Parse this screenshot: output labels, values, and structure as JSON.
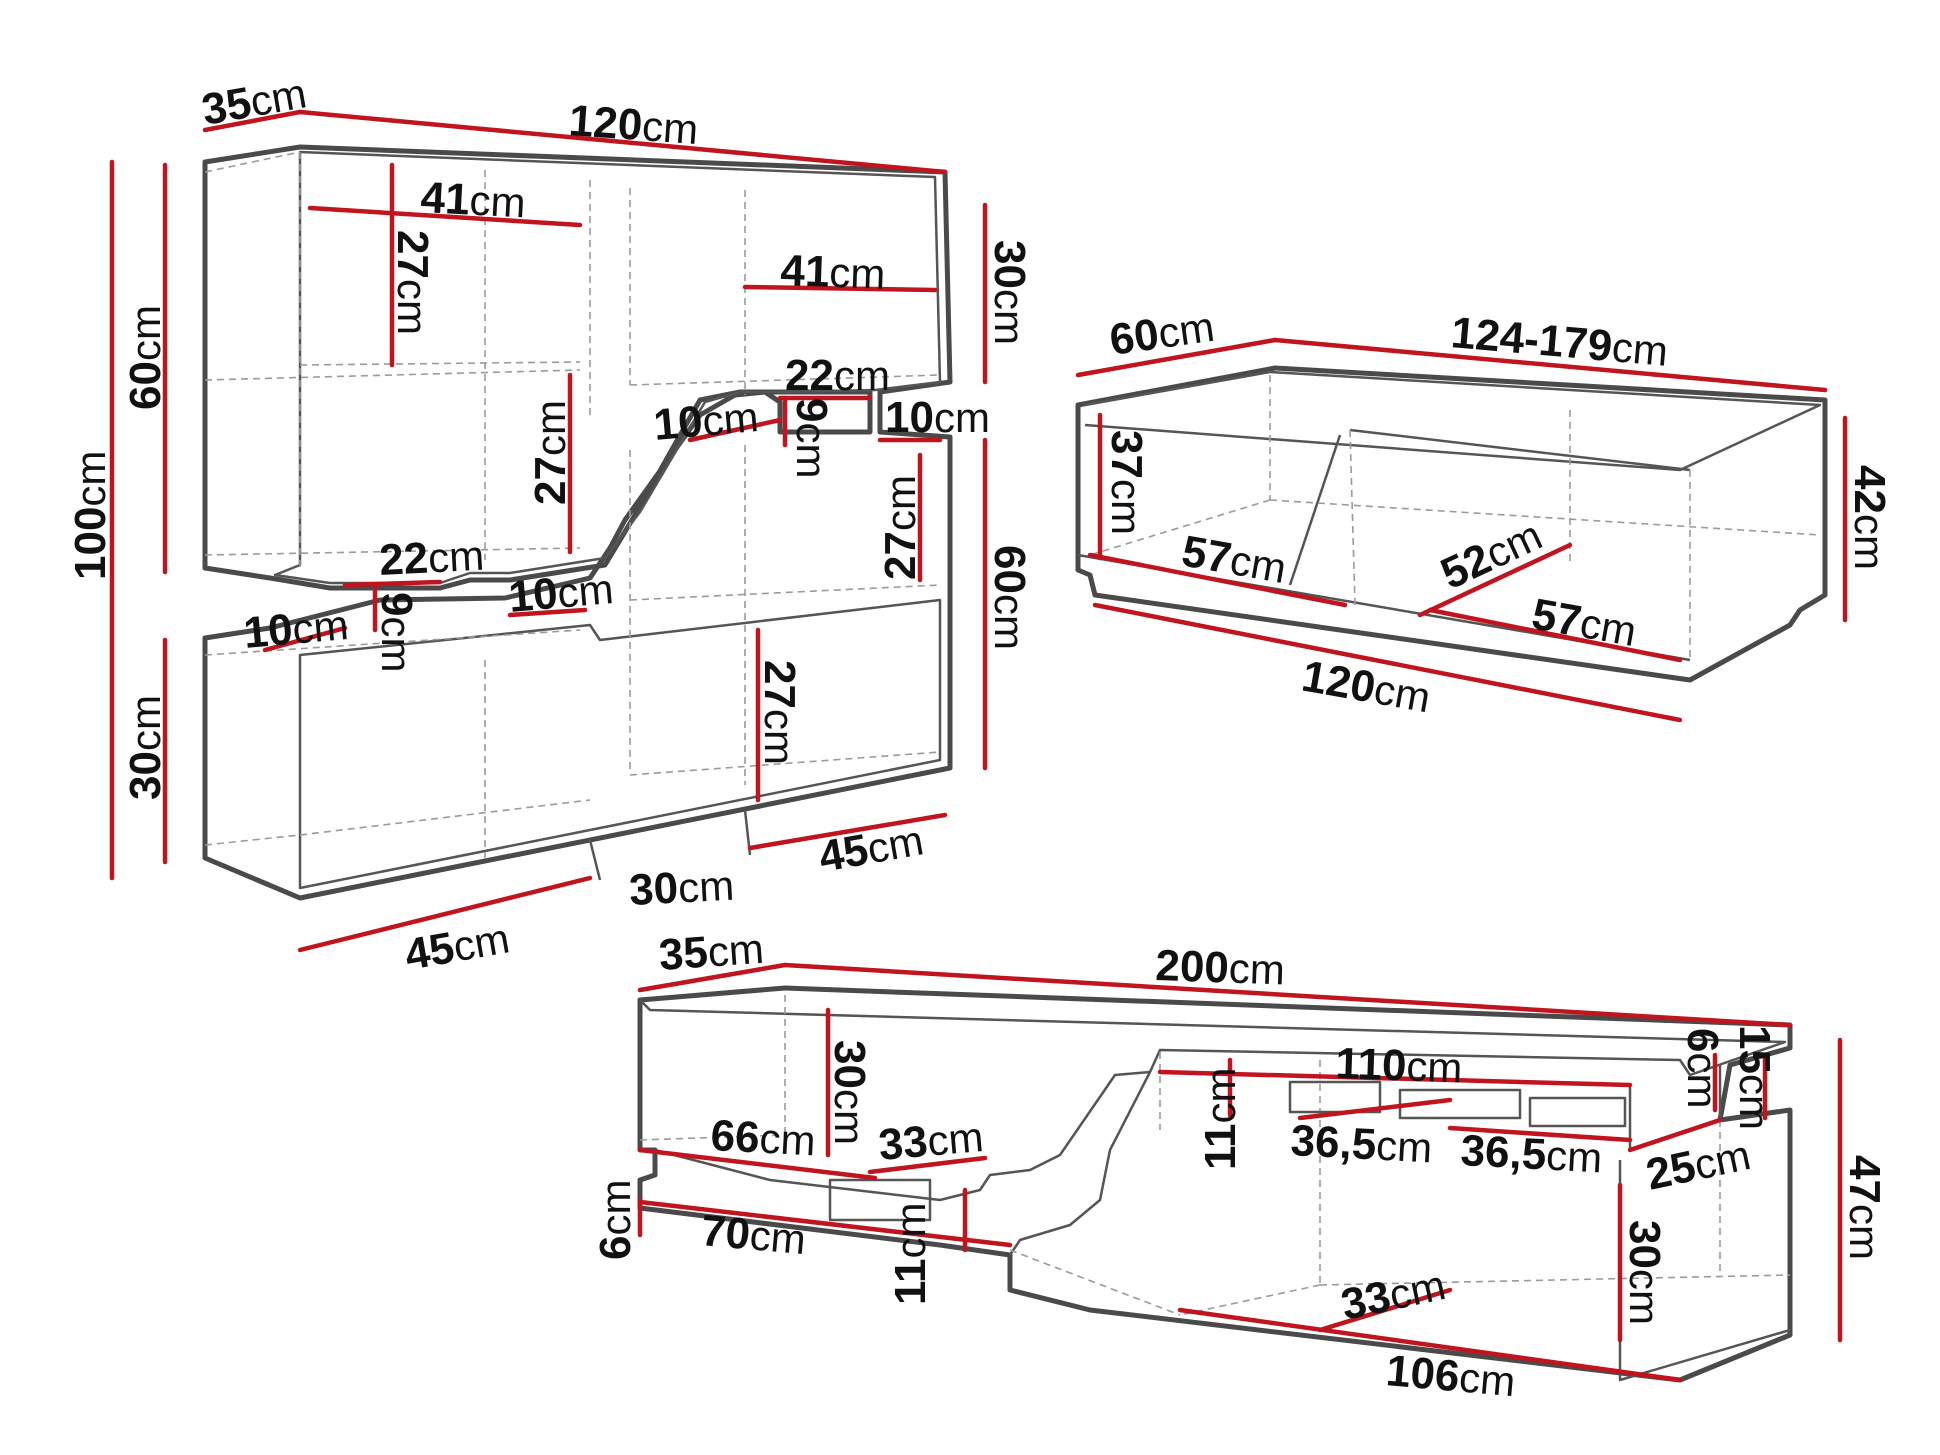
{
  "wall_unit": {
    "depth": "35",
    "width": "120",
    "shelf_width_left": "41",
    "shelf_width_right": "41",
    "inner_height_top_left": "27",
    "inner_height_mid_left": "27",
    "top_right_height": "30",
    "left_upper_height": "60",
    "total_height": "100",
    "left_lower_height": "30",
    "right_lower_height": "60",
    "inner_height_right_mid": "27",
    "inner_height_right_low": "27",
    "step_width_upper": "22",
    "step_height_upper": "9",
    "step_gap_upper_left": "10",
    "step_gap_upper_right": "10",
    "step_width_lower": "22",
    "step_height_lower": "9",
    "step_gap_lower_left": "10",
    "step_gap_lower_right": "10",
    "bottom_left": "45",
    "bottom_mid": "30",
    "bottom_right": "45"
  },
  "coffee_table": {
    "depth": "60",
    "length_range": "124-179",
    "height": "42",
    "inner_height": "37",
    "drawer_left": "57",
    "drawer_depth": "52",
    "drawer_right": "57",
    "base_length": "120"
  },
  "tv_stand": {
    "depth": "35",
    "width": "200",
    "top_thickness": "6",
    "right_height": "15",
    "total_height": "47",
    "left_compartment_height": "30",
    "shelf_width_left": "66",
    "shelf_depth_left": "33",
    "base_thickness_left": "6",
    "base_width_left": "70",
    "drawer_height_left": "11",
    "middle_width": "110",
    "middle_height": "11",
    "middle_cell_left": "36,5",
    "middle_cell_right": "36,5",
    "right_depth": "25",
    "right_height_low": "30",
    "bottom_depth": "33",
    "bottom_width": "106"
  },
  "unit": "cm",
  "colors": {
    "dimension": "#c0141e",
    "outline": "#4a4a4a",
    "dashed": "#9a9a9a"
  }
}
